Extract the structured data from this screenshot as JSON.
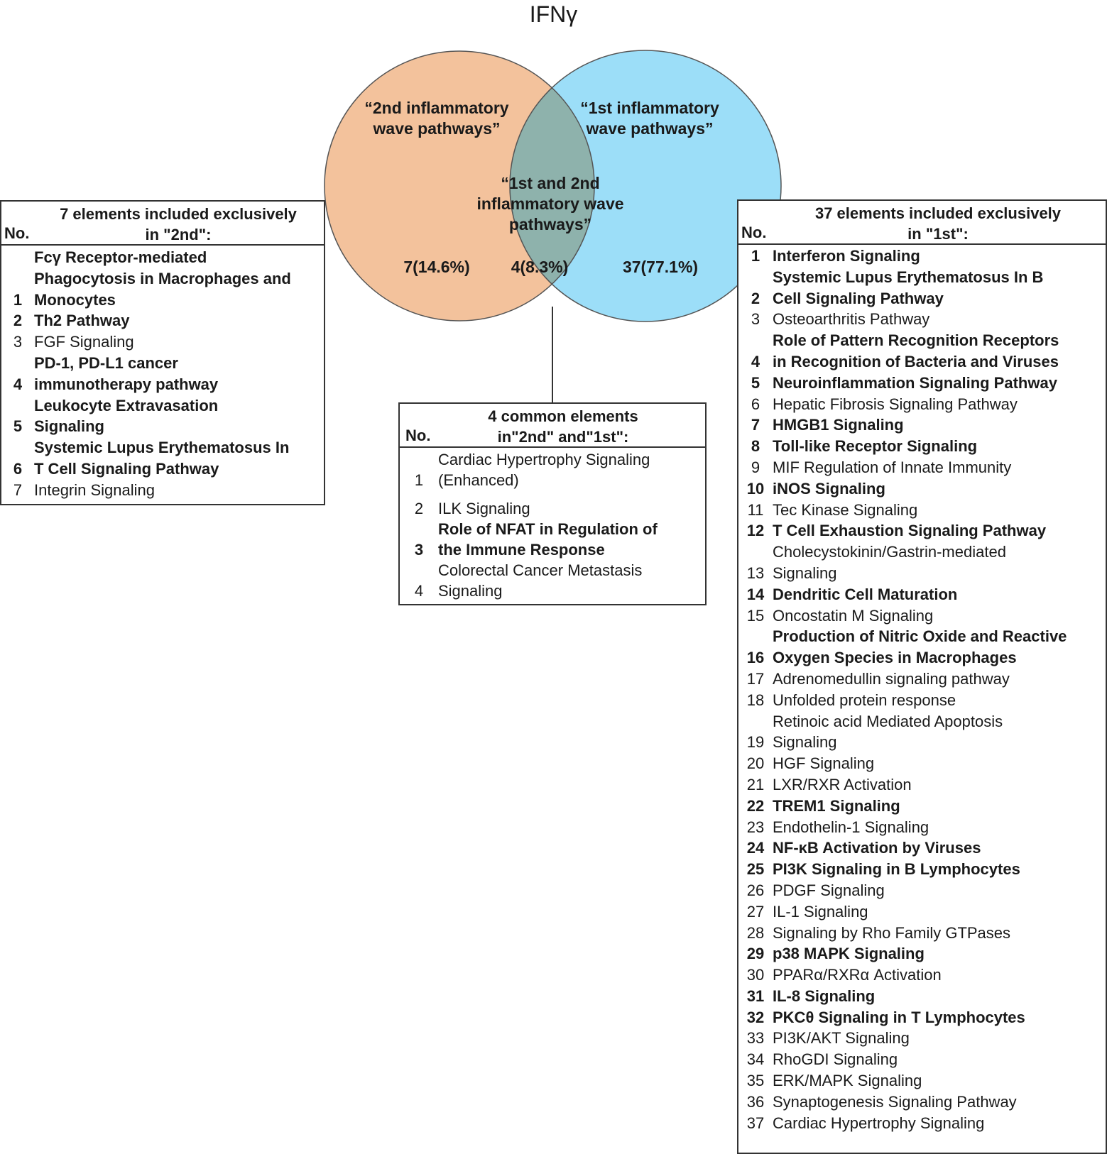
{
  "title": "IFNγ",
  "venn": {
    "left_label": "“2nd inflammatory\nwave pathways”",
    "right_label": "“1st inflammatory\nwave pathways”",
    "center_label": "“1st and 2nd\ninflammatory wave\npathways”",
    "left_count": "7(14.6%)",
    "center_count": "4(8.3%)",
    "right_count": "37(77.1%)",
    "colors": {
      "left": "#f3c29c",
      "right": "#9cdef8",
      "overlap": "#8eb2ac",
      "stroke": "#555555"
    }
  },
  "tables": {
    "left": {
      "no_header": "No.",
      "caption": "7 elements included exclusively\nin \"2nd\":",
      "rows": [
        {
          "no": "1",
          "text": "Fcγ Receptor-mediated\nPhagocytosis in Macrophages and\nMonocytes",
          "bold": true
        },
        {
          "no": "2",
          "text": "Th2 Pathway",
          "bold": true
        },
        {
          "no": "3",
          "text": "FGF Signaling",
          "bold": false
        },
        {
          "no": "4",
          "text": "PD-1, PD-L1 cancer\nimmunotherapy pathway",
          "bold": true
        },
        {
          "no": "5",
          "text": "Leukocyte Extravasation\nSignaling",
          "bold": true
        },
        {
          "no": "6",
          "text": "Systemic Lupus Erythematosus In\nT Cell Signaling Pathway",
          "bold": true
        },
        {
          "no": "7",
          "text": "Integrin Signaling",
          "bold": false
        }
      ]
    },
    "middle": {
      "no_header": "No.",
      "caption": "4 common elements\nin\"2nd\" and\"1st\":",
      "rows": [
        {
          "no": "1",
          "text": "Cardiac Hypertrophy Signaling\n(Enhanced)",
          "bold": false
        },
        {
          "no": "2",
          "text": "ILK Signaling",
          "bold": false
        },
        {
          "no": "3",
          "text": "Role of NFAT in Regulation of\nthe Immune Response",
          "bold": true
        },
        {
          "no": "4",
          "text": "Colorectal Cancer Metastasis\nSignaling",
          "bold": false
        }
      ]
    },
    "right": {
      "no_header": "No.",
      "caption": "37 elements included exclusively\nin \"1st\":",
      "rows": [
        {
          "no": "1",
          "text": "Interferon Signaling",
          "bold": true
        },
        {
          "no": "2",
          "text": "Systemic Lupus Erythematosus In B\nCell Signaling Pathway",
          "bold": true
        },
        {
          "no": "3",
          "text": "Osteoarthritis Pathway",
          "bold": false
        },
        {
          "no": "4",
          "text": "Role of Pattern Recognition Receptors\nin Recognition of Bacteria and Viruses",
          "bold": true
        },
        {
          "no": "5",
          "text": "Neuroinflammation Signaling Pathway",
          "bold": true
        },
        {
          "no": "6",
          "text": "Hepatic Fibrosis Signaling Pathway",
          "bold": false
        },
        {
          "no": "7",
          "text": "HMGB1 Signaling",
          "bold": true
        },
        {
          "no": "8",
          "text": "Toll-like Receptor Signaling",
          "bold": true
        },
        {
          "no": "9",
          "text": "MIF Regulation of Innate Immunity",
          "bold": false
        },
        {
          "no": "10",
          "text": "iNOS Signaling",
          "bold": true
        },
        {
          "no": "11",
          "text": "Tec Kinase Signaling",
          "bold": false
        },
        {
          "no": "12",
          "text": "T Cell Exhaustion Signaling Pathway",
          "bold": true
        },
        {
          "no": "13",
          "text": "Cholecystokinin/Gastrin-mediated\nSignaling",
          "bold": false
        },
        {
          "no": "14",
          "text": "Dendritic Cell Maturation",
          "bold": true
        },
        {
          "no": "15",
          "text": "Oncostatin M Signaling",
          "bold": false
        },
        {
          "no": "16",
          "text": "Production of Nitric Oxide and Reactive\nOxygen Species in Macrophages",
          "bold": true
        },
        {
          "no": "17",
          "text": "Adrenomedullin signaling pathway",
          "bold": false
        },
        {
          "no": "18",
          "text": "Unfolded protein response",
          "bold": false
        },
        {
          "no": "19",
          "text": "Retinoic acid Mediated Apoptosis\nSignaling",
          "bold": false
        },
        {
          "no": "20",
          "text": "HGF Signaling",
          "bold": false
        },
        {
          "no": "21",
          "text": "LXR/RXR Activation",
          "bold": false
        },
        {
          "no": "22",
          "text": "TREM1 Signaling",
          "bold": true
        },
        {
          "no": "23",
          "text": "Endothelin-1 Signaling",
          "bold": false
        },
        {
          "no": "24",
          "text": "NF-κB Activation by Viruses",
          "bold": true
        },
        {
          "no": "25",
          "text": "PI3K Signaling in B Lymphocytes",
          "bold": true
        },
        {
          "no": "26",
          "text": "PDGF Signaling",
          "bold": false
        },
        {
          "no": "27",
          "text": "IL-1 Signaling",
          "bold": false
        },
        {
          "no": "28",
          "text": "Signaling by Rho Family GTPases",
          "bold": false
        },
        {
          "no": "29",
          "text": "p38 MAPK Signaling",
          "bold": true
        },
        {
          "no": "30",
          "text": "PPARα/RXRα Activation",
          "bold": false
        },
        {
          "no": "31",
          "text": "IL-8 Signaling",
          "bold": true
        },
        {
          "no": "32",
          "text": "PKCθ Signaling in T Lymphocytes",
          "bold": true
        },
        {
          "no": "33",
          "text": "PI3K/AKT Signaling",
          "bold": false
        },
        {
          "no": "34",
          "text": "RhoGDI Signaling",
          "bold": false
        },
        {
          "no": "35",
          "text": "ERK/MAPK Signaling",
          "bold": false
        },
        {
          "no": "36",
          "text": "Synaptogenesis Signaling Pathway",
          "bold": false
        },
        {
          "no": "37",
          "text": "Cardiac Hypertrophy Signaling",
          "bold": false
        }
      ]
    }
  }
}
